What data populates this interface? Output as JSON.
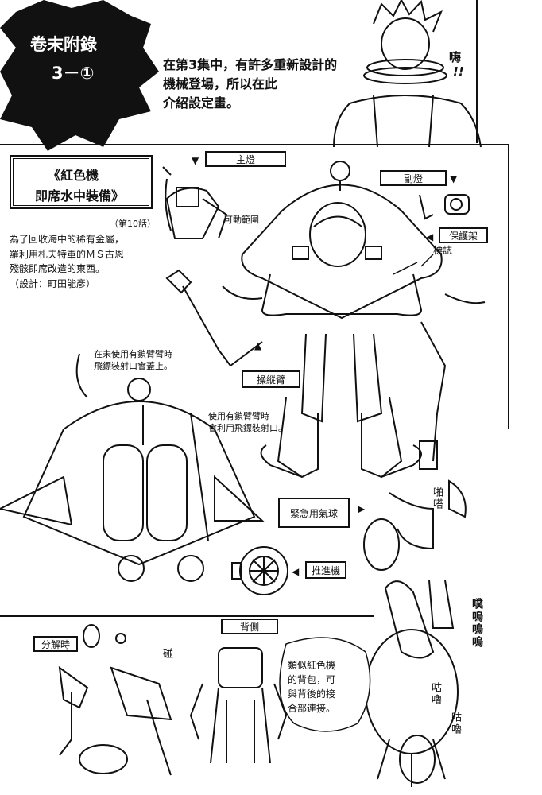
{
  "header": {
    "badge_title": "卷末附錄",
    "badge_number": "3－①",
    "intro_lines": [
      "在第3集中，有許多重新設計的",
      "機械登場，所以在此",
      "介紹設定畫。"
    ],
    "exclaim": "嗨",
    "exclaim_marks": "!!"
  },
  "machine": {
    "title_line1": "《紅色機",
    "title_line2": "即席水中裝備》",
    "episode": "（第10話）",
    "desc_lines": [
      "為了回收海中的稀有金屬，",
      "羅利用札夫特軍的ＭＳ古恩",
      "殘骸即席改造的東西。"
    ],
    "designer": "（設計：町田能彥）"
  },
  "labels": {
    "main_light": "主燈",
    "sub_light": "副燈",
    "guard_frame": "保護架",
    "emblem": "標誌",
    "move_range": "可動範圍",
    "control_arm": "操縱臂",
    "emergency_balloon": "緊急用氣球",
    "thruster": "推進機",
    "back_side": "背側",
    "disassembled": "分解時"
  },
  "notes": {
    "unused_arm_note_lines": [
      "在未使用有鎖臂臂時",
      "飛鏢裝射口會蓋上。"
    ],
    "using_arm_note_lines": [
      "使用有鎖臂臂時",
      "會利用飛鏢裝射口。"
    ],
    "backpack_note_lines": [
      "類似紅色機",
      "的背包，可",
      "與背後的接",
      "合部連接。"
    ]
  },
  "sfx": {
    "snap": "啪嗒",
    "puff": "噗嗚嗚嗚",
    "gurgle1": "咕嚕",
    "gurgle2": "咕嚕",
    "clank": "碰"
  }
}
